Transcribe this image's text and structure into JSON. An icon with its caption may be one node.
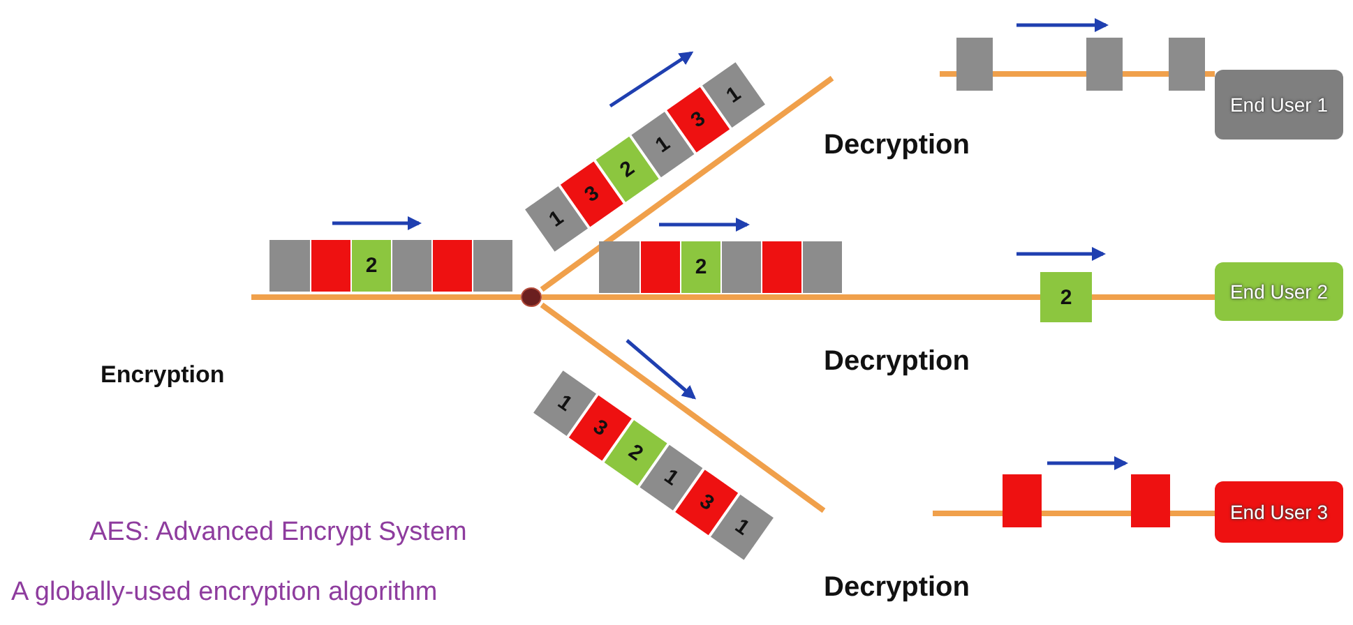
{
  "diagram": {
    "nodes": [
      {
        "text": [],
        "shape": "circle"
      },
      {
        "text": [],
        "shape": "box"
      },
      {
        "text": [],
        "shape": "box"
      },
      {
        "text": [
          "2"
        ]
      },
      {
        "text": [],
        "shape": "box"
      },
      {
        "text": [],
        "shape": "box"
      },
      {
        "text": [],
        "shape": "box"
      },
      {
        "text": [
          "1"
        ]
      },
      {
        "text": [
          "3"
        ]
      },
      {
        "text": [
          "2"
        ]
      },
      {
        "text": [
          "1"
        ]
      },
      {
        "text": [
          "3"
        ]
      },
      {
        "text": [
          "1"
        ]
      },
      {
        "text": [],
        "shape": "box"
      },
      {
        "text": [],
        "shape": "box"
      },
      {
        "text": [
          "2"
        ]
      },
      {
        "text": [],
        "shape": "box"
      },
      {
        "text": [],
        "shape": "box"
      },
      {
        "text": [],
        "shape": "box"
      },
      {
        "text": [
          "1"
        ]
      },
      {
        "text": [
          "3"
        ]
      },
      {
        "text": [
          "2"
        ]
      },
      {
        "text": [
          "1"
        ]
      },
      {
        "text": [
          "3"
        ]
      },
      {
        "text": [
          "1"
        ]
      },
      {
        "text": [],
        "shape": "box"
      },
      {
        "text": [],
        "shape": "box"
      },
      {
        "text": [],
        "shape": "box"
      },
      {
        "text": [
          "End User 1"
        ]
      },
      {
        "text": [
          "2"
        ]
      },
      {
        "text": [
          "End User 2"
        ]
      },
      {
        "text": [],
        "shape": "box"
      },
      {
        "text": [],
        "shape": "box"
      },
      {
        "text": [
          "End User 3"
        ]
      }
    ],
    "edges": [
      {
        "from": null,
        "to": 0,
        "arrow": "none"
      },
      {
        "from": 0,
        "to": 29,
        "arrow": "none"
      },
      {
        "from": 29,
        "to": 30,
        "arrow": "none"
      },
      {
        "from": 0,
        "to": null,
        "arrow": "none"
      },
      {
        "from": 0,
        "to": null,
        "arrow": "none"
      },
      {
        "from": null,
        "to": 25,
        "arrow": "none"
      },
      {
        "from": 25,
        "to": 26,
        "arrow": "none"
      },
      {
        "from": 26,
        "to": 27,
        "arrow": "none"
      },
      {
        "from": 27,
        "to": 28,
        "arrow": "none"
      },
      {
        "from": null,
        "to": 31,
        "arrow": "none"
      },
      {
        "from": 31,
        "to": 32,
        "arrow": "none"
      },
      {
        "from": 32,
        "to": 33,
        "arrow": "none"
      }
    ],
    "labels": [
      "Decryption",
      "Encryption",
      "Decryption",
      "AES: Advanced Encrypt System",
      "A globally-used encryption algorithm",
      "Decryption"
    ]
  }
}
